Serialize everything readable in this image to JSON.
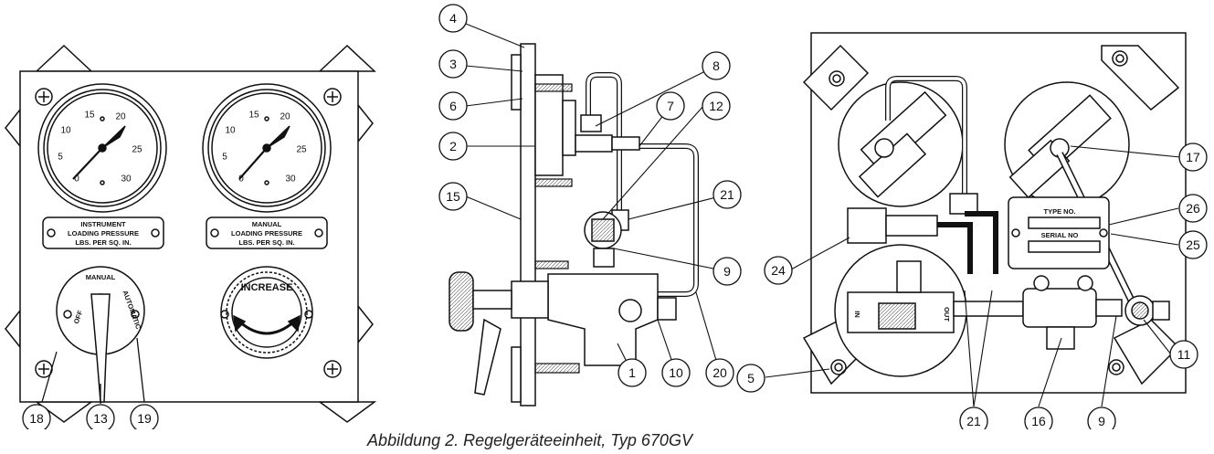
{
  "caption": "Abbildung 2. Regelgeräteeinheit, Typ 670GV",
  "front_panel": {
    "gauge_scale": [
      "0",
      "5",
      "10",
      "15",
      "20",
      "25",
      "30"
    ],
    "left_plate": [
      "INSTRUMENT",
      "LOADING PRESSURE",
      "LBS. PER SQ. IN."
    ],
    "right_plate": [
      "MANUAL",
      "LOADING PRESSURE",
      "LBS. PER SQ. IN."
    ],
    "selector": {
      "top": "MANUAL",
      "left": "OFF",
      "right": "AUTOMATIC"
    },
    "knob_text": "INCREASE"
  },
  "back_panel": {
    "tag_type": "TYPE NO.",
    "tag_serial": "SERIAL NO",
    "port_in": "IN",
    "port_out": "OUT"
  },
  "callouts": {
    "c18": "18",
    "c13": "13",
    "c19": "19",
    "c4": "4",
    "c3": "3",
    "c6": "6",
    "c2": "2",
    "c15": "15",
    "c8": "8",
    "c7": "7",
    "c12": "12",
    "c21a": "21",
    "c9a": "9",
    "c10": "10",
    "c1": "1",
    "c20": "20",
    "c17": "17",
    "c26": "26",
    "c25": "25",
    "c24": "24",
    "c5": "5",
    "c11": "11",
    "c21b": "21",
    "c16": "16",
    "c9b": "9"
  },
  "colors": {
    "ink": "#111111",
    "background": "#ffffff",
    "shade": "#d8d8d8"
  }
}
